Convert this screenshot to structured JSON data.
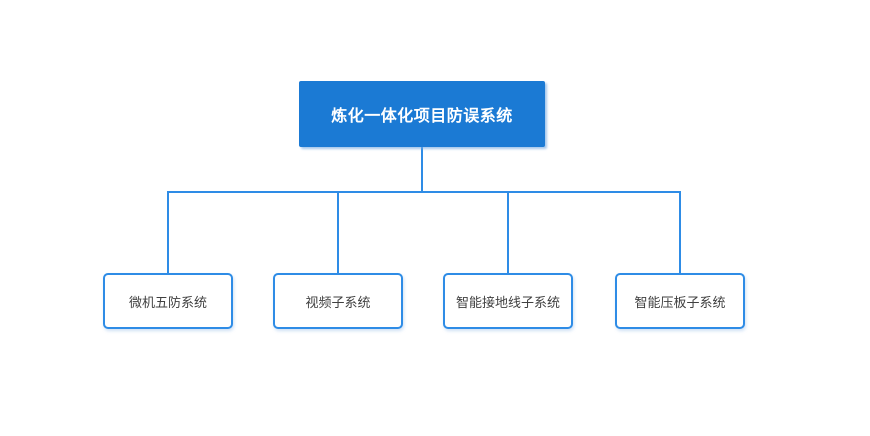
{
  "diagram": {
    "type": "org-chart",
    "root": {
      "label": "炼化一体化项目防误系统"
    },
    "children": [
      {
        "label": "微机五防系统"
      },
      {
        "label": "视频子系统"
      },
      {
        "label": "智能接地线子系统"
      },
      {
        "label": "智能压板子系统"
      }
    ]
  },
  "colors": {
    "background": "#ffffff",
    "root_fill": "#1b7ad4",
    "root_text": "#ffffff",
    "connector_line": "#2e8ce6",
    "child_border": "#2e8ce6",
    "child_background": "#ffffff",
    "child_text": "#404040"
  }
}
